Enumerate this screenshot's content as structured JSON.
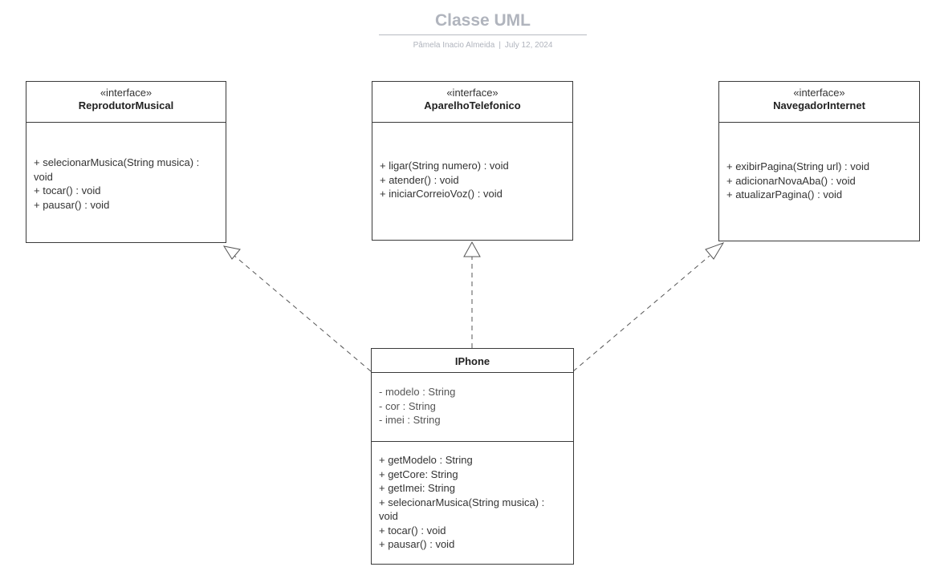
{
  "header": {
    "title": "Classe UML",
    "author": "Pâmela Inacio Almeida",
    "separator": "|",
    "date": "July 12, 2024"
  },
  "interfaces": [
    {
      "stereotype": "«interface»",
      "name": "ReprodutorMusical",
      "methods": [
        "+ selecionarMusica(String musica) :",
        "void",
        "+ tocar() : void",
        "+ pausar() : void"
      ]
    },
    {
      "stereotype": "«interface»",
      "name": "AparelhoTelefonico",
      "methods": [
        "+ ligar(String numero) : void",
        "+ atender() : void",
        "+ iniciarCorreioVoz() : void"
      ]
    },
    {
      "stereotype": "«interface»",
      "name": "NavegadorInternet",
      "methods": [
        "+ exibirPagina(String url) : void",
        "+ adicionarNovaAba() : void",
        "+ atualizarPagina() : void"
      ]
    }
  ],
  "class": {
    "name": "IPhone",
    "attributes": [
      "- modelo : String",
      "- cor : String",
      "- imei : String"
    ],
    "methods": [
      "+ getModelo :  String",
      "+ getCore: String",
      "+ getImei: String",
      "+ selecionarMusica(String musica) :",
      "void",
      "+ tocar() : void",
      "+ pausar() : void"
    ]
  },
  "colors": {
    "title": "#b0b4bd",
    "border": "#3a3a3a",
    "connector": "#555555",
    "text": "#222222"
  }
}
